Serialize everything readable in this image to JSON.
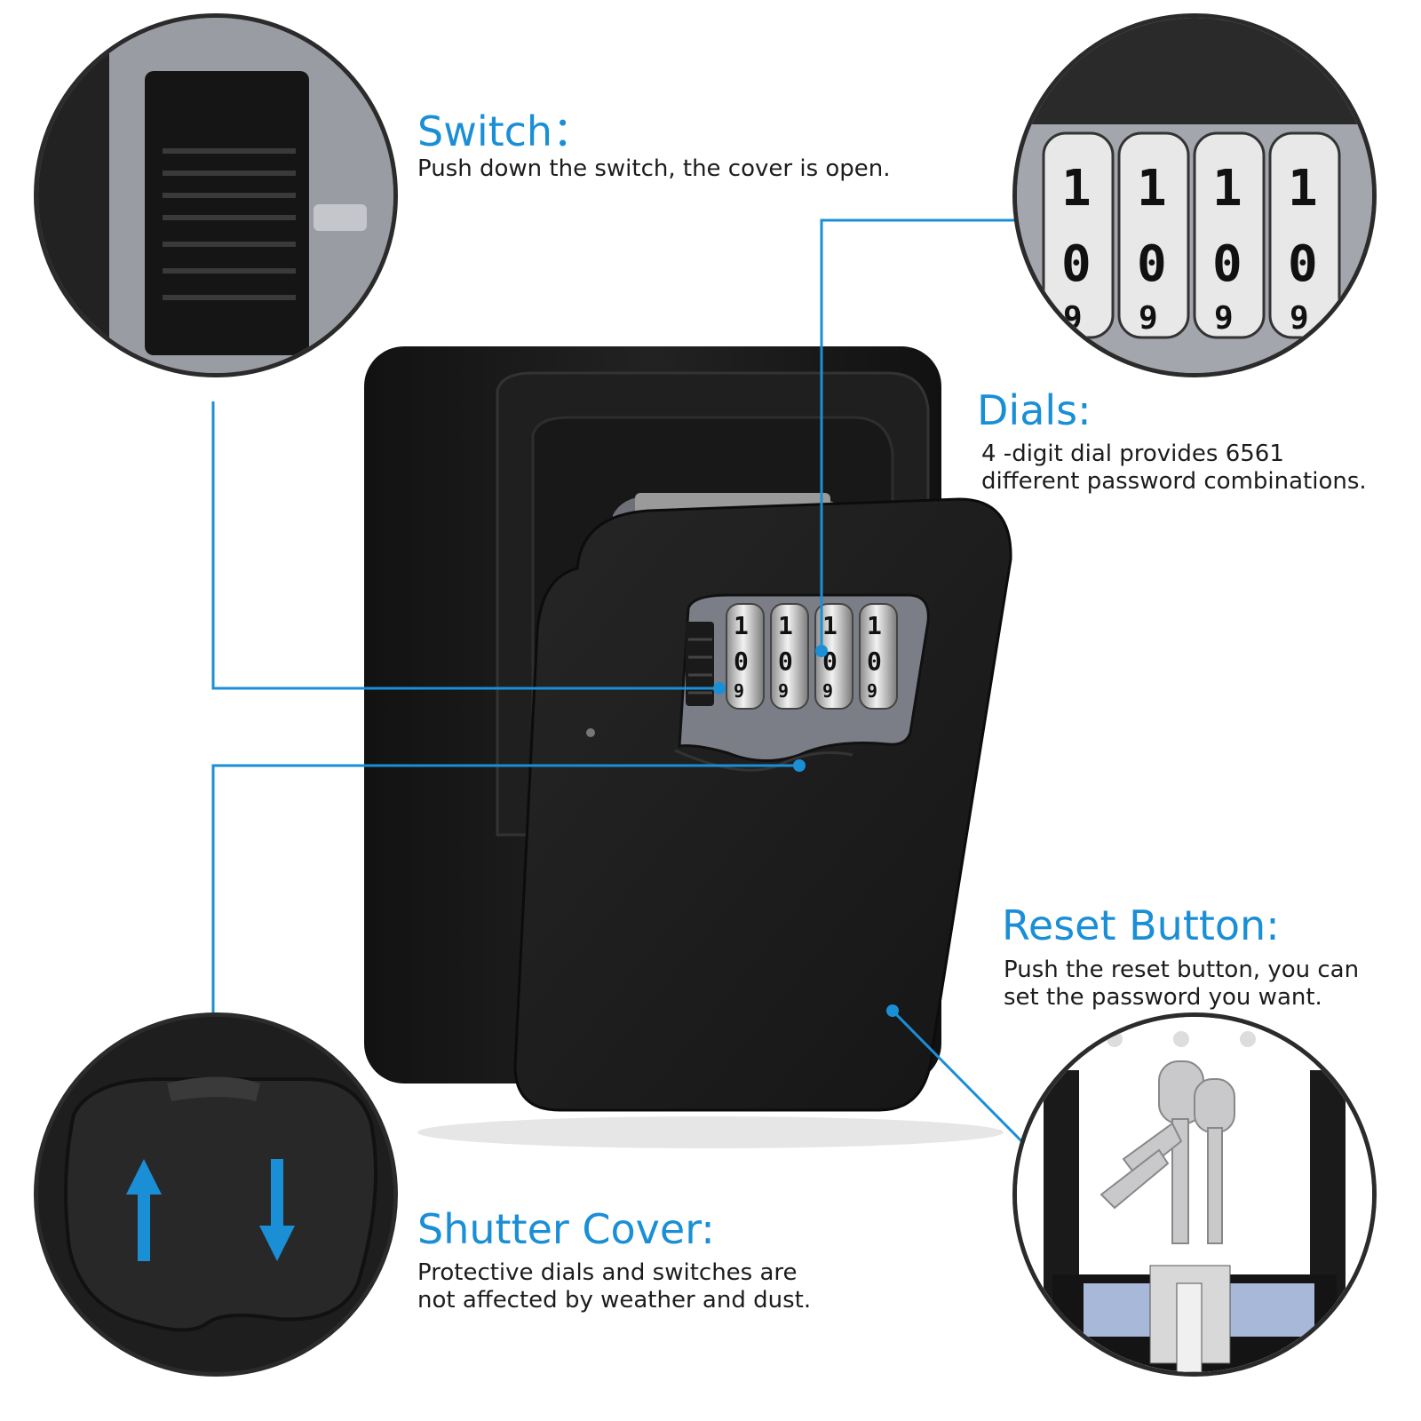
{
  "features": {
    "switch": {
      "title": "Switch：",
      "desc": [
        "Push down the switch, the cover is open."
      ]
    },
    "dials": {
      "title": "Dials:",
      "desc": [
        "4 -digit dial provides 6561",
        "different password combinations."
      ]
    },
    "reset": {
      "title": "Reset Button:",
      "desc": [
        "Push the reset button, you can",
        "set the password you want."
      ]
    },
    "shutter": {
      "title": "Shutter Cover:",
      "desc": [
        "Protective dials and switches are",
        "not affected by weather and dust."
      ]
    }
  },
  "dial_digits": {
    "top": [
      "1",
      "1",
      "1",
      "1"
    ],
    "middle": [
      "0",
      "0",
      "0",
      "0"
    ],
    "bottom": [
      "9",
      "9",
      "9",
      "9"
    ]
  },
  "colors": {
    "accent": "#1a8fd6",
    "box": "#1b1b1b",
    "background": "#ffffff"
  }
}
